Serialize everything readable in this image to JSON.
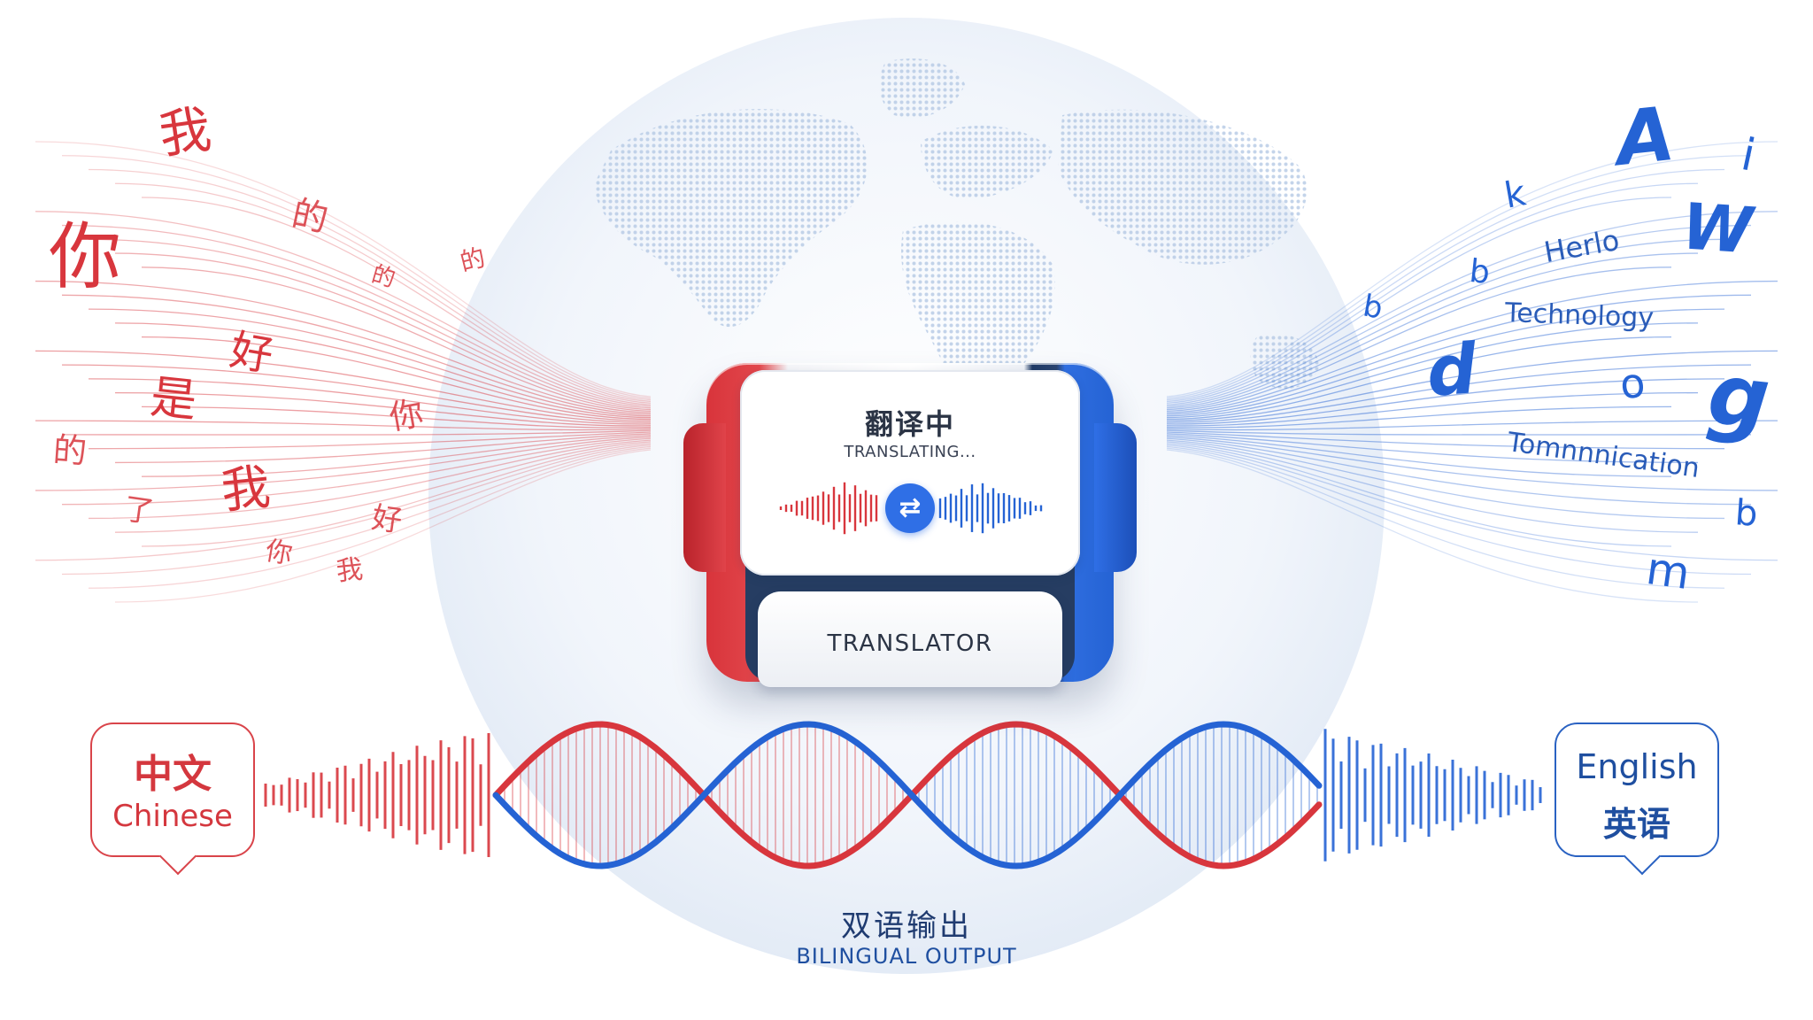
{
  "device": {
    "screen_title": "翻译中",
    "screen_subtitle": "TRANSLATING...",
    "swap_icon": "swap-arrows-icon",
    "base_label": "TRANSLATOR"
  },
  "bubbles": {
    "source": {
      "line1": "中文",
      "line2": "Chinese"
    },
    "target": {
      "line1": "English",
      "line2": "英语"
    }
  },
  "output": {
    "title_cn": "双语输出",
    "title_en": "BILINGUAL OUTPUT"
  },
  "source_glyphs": [
    "你",
    "我",
    "的",
    "是",
    "我",
    "好",
    "你",
    "的",
    "了",
    "的",
    "好",
    "我",
    "你",
    "的"
  ],
  "target_glyphs": [
    "A",
    "i",
    "W",
    "g",
    "d",
    "k",
    "b",
    "m",
    "Herlo",
    "Technology",
    "Tomnnnication",
    "b",
    "o",
    "b"
  ],
  "colors": {
    "source": "#d8363d",
    "target": "#2563d4",
    "dark": "#263d62",
    "globe": "#e6eef8"
  }
}
